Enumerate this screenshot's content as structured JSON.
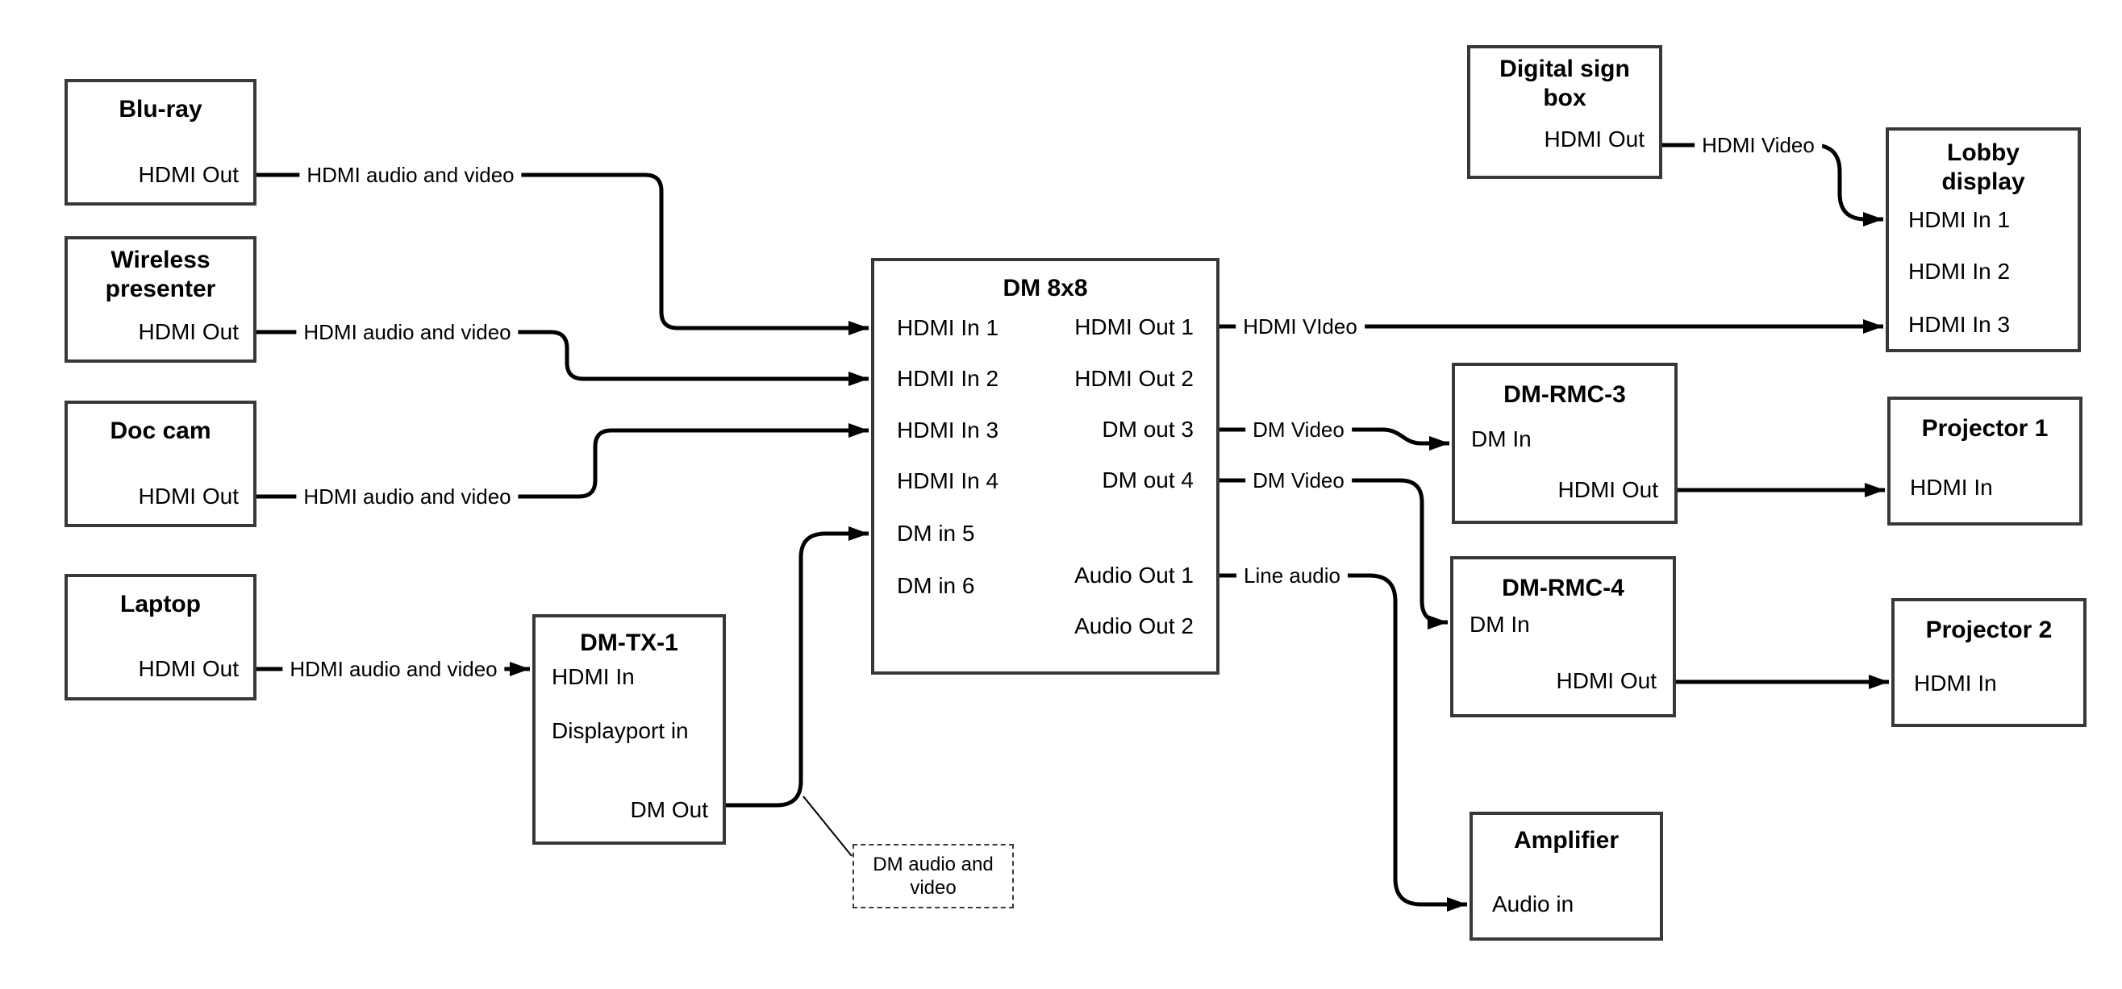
{
  "nodes": {
    "bluray": {
      "title": "Blu-ray",
      "out": "HDMI Out"
    },
    "wireless": {
      "title": "Wireless presenter",
      "out": "HDMI Out"
    },
    "doccam": {
      "title": "Doc cam",
      "out": "HDMI Out"
    },
    "laptop": {
      "title": "Laptop",
      "out": "HDMI Out"
    },
    "dmtx1": {
      "title": "DM-TX-1",
      "hdmi_in": "HDMI In",
      "dp_in": "Displayport in",
      "dm_out": "DM Out"
    },
    "dm8x8": {
      "title": "DM 8x8",
      "in1": "HDMI In 1",
      "in2": "HDMI In 2",
      "in3": "HDMI In 3",
      "in4": "HDMI In 4",
      "in5": "DM in 5",
      "in6": "DM in 6",
      "out1": "HDMI Out 1",
      "out2": "HDMI Out 2",
      "out3": "DM out 3",
      "out4": "DM out 4",
      "aout1": "Audio Out 1",
      "aout2": "Audio Out 2"
    },
    "signbox": {
      "title": "Digital sign box",
      "out": "HDMI Out"
    },
    "lobby": {
      "title": "Lobby display",
      "in1": "HDMI In 1",
      "in2": "HDMI In 2",
      "in3": "HDMI In 3"
    },
    "dmrmc3": {
      "title": "DM-RMC-3",
      "dm_in": "DM In",
      "hdmi_out": "HDMI Out"
    },
    "proj1": {
      "title": "Projector 1",
      "hdmi_in": "HDMI In"
    },
    "dmrmc4": {
      "title": "DM-RMC-4",
      "dm_in": "DM In",
      "hdmi_out": "HDMI Out"
    },
    "proj2": {
      "title": "Projector 2",
      "hdmi_in": "HDMI In"
    },
    "amp": {
      "title": "Amplifier",
      "audio_in": "Audio in"
    }
  },
  "wire_labels": {
    "bluray_feed": "HDMI audio and video",
    "wireless_feed": "HDMI audio and video",
    "doccam_feed": "HDMI audio and video",
    "laptop_feed": "HDMI audio and video",
    "hdmi_video_out1": "HDMI VIdeo",
    "dm_video_out3": "DM Video",
    "dm_video_out4": "DM Video",
    "line_audio": "Line audio",
    "sign_hdmi_video": "HDMI Video",
    "note": "DM audio and video"
  },
  "colors": {
    "wire": "#000000",
    "box_border": "#383838",
    "text": "#000000",
    "background": "#ffffff"
  }
}
